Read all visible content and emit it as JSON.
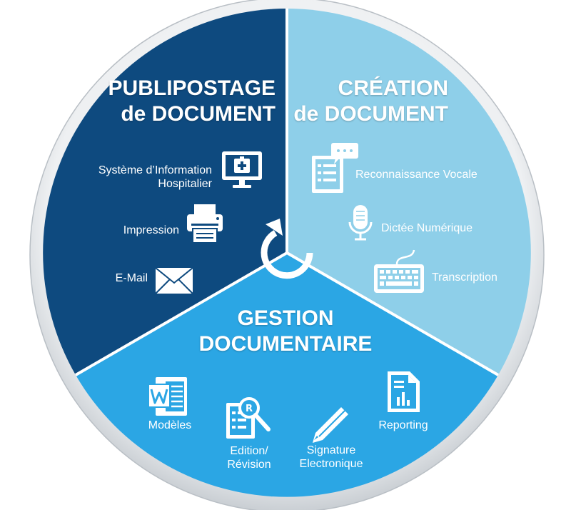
{
  "colors": {
    "dark_sector": "#0e4a7f",
    "light_sector": "#8ecfe9",
    "mid_sector": "#2ba6e4",
    "rim": "#e9ecef",
    "divider": "#ffffff"
  },
  "sectors": {
    "publipostage": {
      "title_line1": "PUBLIPOSTAGE",
      "title_line2": "de DOCUMENT",
      "items": [
        {
          "line1": "Système d’Information",
          "line2": "Hospitalier",
          "icon": "monitor-medical-icon"
        },
        {
          "label": "Impression",
          "icon": "printer-icon"
        },
        {
          "label": "E-Mail",
          "icon": "envelope-icon"
        }
      ]
    },
    "creation": {
      "title_line1": "CRÉATION",
      "title_line2": "de DOCUMENT",
      "items": [
        {
          "label": "Reconnaissance Vocale",
          "icon": "document-speech-bubble-icon"
        },
        {
          "label": "Dictée Numérique",
          "icon": "microphone-icon"
        },
        {
          "label": "Transcription",
          "icon": "keyboard-icon"
        }
      ]
    },
    "gestion": {
      "title_line1": "GESTION",
      "title_line2": "DOCUMENTAIRE",
      "items": [
        {
          "label": "Modèles",
          "icon": "word-document-icon"
        },
        {
          "line1": "Edition/",
          "line2": "Révision",
          "icon": "document-magnifier-icon"
        },
        {
          "line1": "Signature",
          "line2": "Electronique",
          "icon": "pen-icon"
        },
        {
          "label": "Reporting",
          "icon": "report-chart-icon"
        }
      ]
    }
  },
  "center_icon": "cycle-arrow-icon"
}
